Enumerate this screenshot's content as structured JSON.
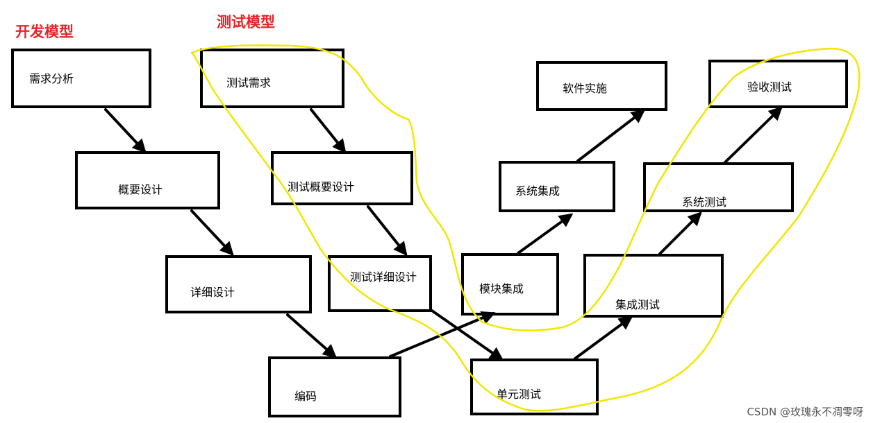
{
  "titles": {
    "dev_model": "开发模型",
    "test_model": "测试模型"
  },
  "nodes": {
    "req_analysis": "需求分析",
    "overview_design": "概要设计",
    "detail_design": "详细设计",
    "coding": "编码",
    "test_requirements": "测试需求",
    "test_overview_design": "测试概要设计",
    "test_detail_design": "测试详细设计",
    "unit_test": "单元测试",
    "module_integration": "模块集成",
    "system_integration": "系统集成",
    "software_implementation": "软件实施",
    "integration_test": "集成测试",
    "system_test": "系统测试",
    "acceptance_test": "验收测试"
  },
  "watermark": "CSDN @玫瑰永不凋零呀",
  "colors": {
    "title_red": "#e3262a",
    "highlight_yellow": "#f2e600",
    "box_border": "#000000"
  }
}
